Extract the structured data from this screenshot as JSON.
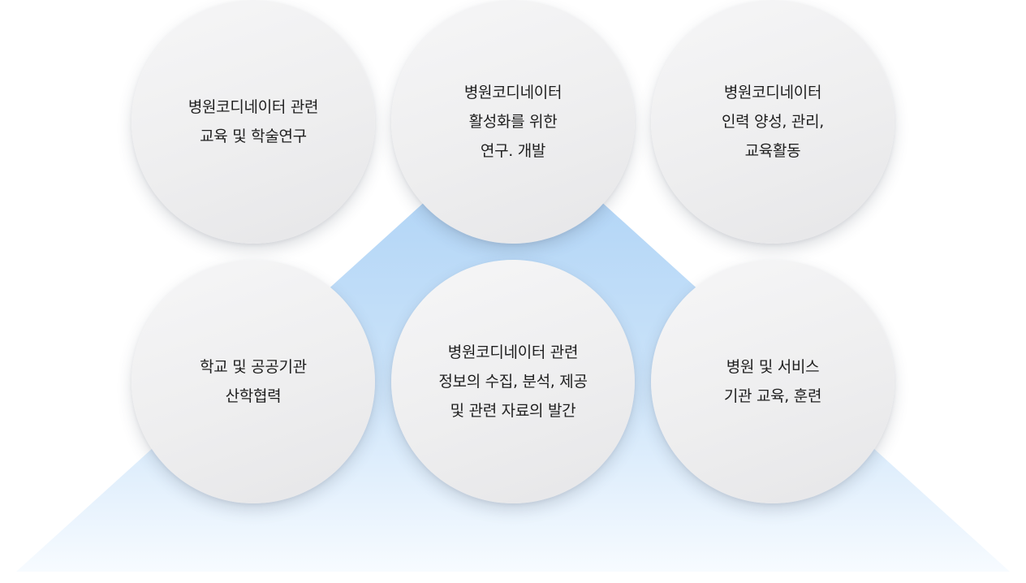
{
  "diagram": {
    "colors": {
      "pyramid_top": "#a9d0f5",
      "pyramid_bottom": "#f4f9fe",
      "circle_fill": "#efeff0",
      "text": "#1e1e1e"
    },
    "circles": [
      {
        "lines": [
          "병원코디네이터 관련",
          "교육 및 학술연구"
        ]
      },
      {
        "lines": [
          "병원코디네이터",
          "활성화를 위한",
          "연구. 개발"
        ]
      },
      {
        "lines": [
          "병원코디네이터",
          "인력 양성, 관리,",
          "교육활동"
        ]
      },
      {
        "lines": [
          "학교 및 공공기관",
          "산학협력"
        ]
      },
      {
        "lines": [
          "병원코디네이터 관련",
          "정보의 수집, 분석, 제공",
          "및 관련 자료의 발간"
        ]
      },
      {
        "lines": [
          "병원 및 서비스",
          "기관 교육, 훈련"
        ]
      }
    ]
  }
}
